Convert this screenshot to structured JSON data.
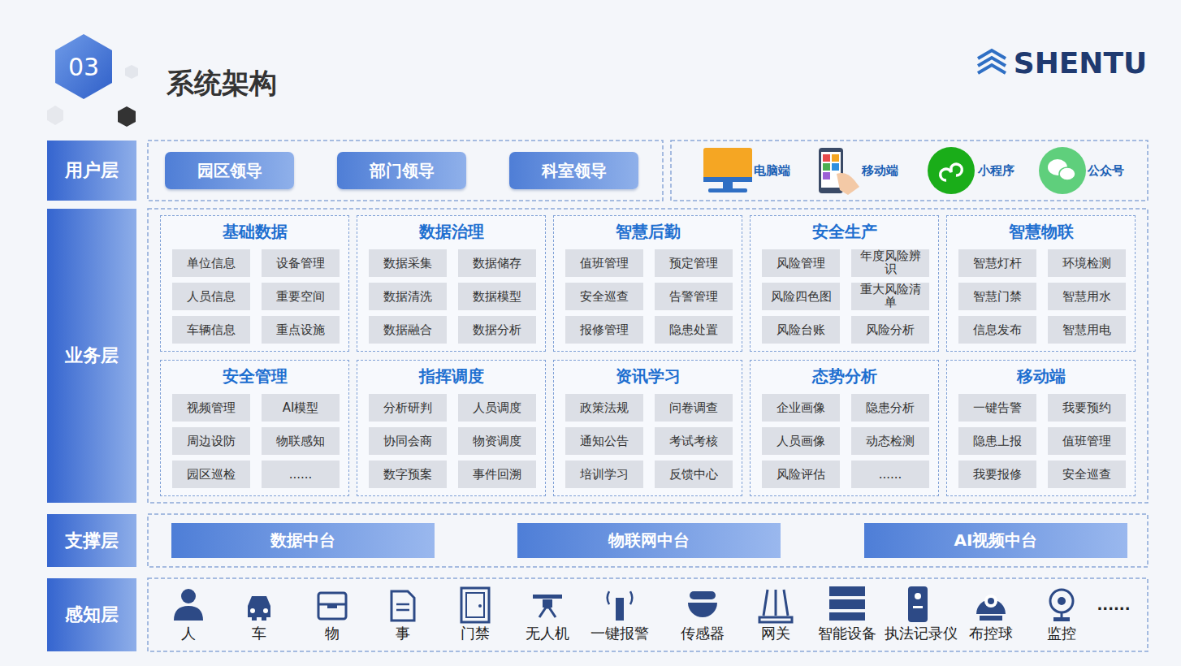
{
  "diagram": {
    "title": "系统架构",
    "nodes": [
      {
        "text": [
          "用户层"
        ]
      },
      {
        "text": [
          "园区领导"
        ]
      },
      {
        "text": [
          "部门领导"
        ]
      },
      {
        "text": [
          "科室领导"
        ]
      },
      {
        "text": [
          "业务层"
        ]
      },
      {
        "text": [
          "基础数据"
        ]
      },
      {
        "text": [
          "单位信息"
        ],
        "in": 5
      },
      {
        "text": [
          "设备管理"
        ],
        "in": 5
      },
      {
        "text": [
          "人员信息"
        ],
        "in": 5
      },
      {
        "text": [
          "重要空间"
        ],
        "in": 5
      },
      {
        "text": [
          "车辆信息"
        ],
        "in": 5
      },
      {
        "text": [
          "重点设施"
        ],
        "in": 5
      },
      {
        "text": [
          "数据治理"
        ]
      },
      {
        "text": [
          "数据采集"
        ],
        "in": 12
      },
      {
        "text": [
          "数据储存"
        ],
        "in": 12
      },
      {
        "text": [
          "数据清洗"
        ],
        "in": 12
      },
      {
        "text": [
          "数据模型"
        ],
        "in": 12
      },
      {
        "text": [
          "数据融合"
        ],
        "in": 12
      },
      {
        "text": [
          "数据分析"
        ],
        "in": 12
      },
      {
        "text": [
          "智慧后勤"
        ]
      },
      {
        "text": [
          "值班管理"
        ],
        "in": 19
      },
      {
        "text": [
          "预定管理"
        ],
        "in": 19
      },
      {
        "text": [
          "安全巡查"
        ],
        "in": 19
      },
      {
        "text": [
          "告警管理"
        ],
        "in": 19
      },
      {
        "text": [
          "报修管理"
        ],
        "in": 19
      },
      {
        "text": [
          "隐患处置"
        ],
        "in": 19
      },
      {
        "text": [
          "安全生产"
        ]
      },
      {
        "text": [
          "风险管理"
        ],
        "in": 26
      },
      {
        "text": [
          "年度风险辨识"
        ],
        "in": 26
      },
      {
        "text": [
          "风险四色图"
        ],
        "in": 26
      },
      {
        "text": [
          "重大风险清单"
        ],
        "in": 26
      },
      {
        "text": [
          "风险台账"
        ],
        "in": 26
      },
      {
        "text": [
          "风险分析"
        ],
        "in": 26
      },
      {
        "text": [
          "智慧物联"
        ]
      },
      {
        "text": [
          "智慧灯杆"
        ],
        "in": 33
      },
      {
        "text": [
          "环境检测"
        ],
        "in": 33
      },
      {
        "text": [
          "智慧门禁"
        ],
        "in": 33
      },
      {
        "text": [
          "智慧用水"
        ],
        "in": 33
      },
      {
        "text": [
          "信息发布"
        ],
        "in": 33
      },
      {
        "text": [
          "智慧用电"
        ],
        "in": 33
      },
      {
        "text": [
          "安全管理"
        ]
      },
      {
        "text": [
          "视频管理"
        ],
        "in": 40
      },
      {
        "text": [
          "AI模型"
        ],
        "in": 40
      },
      {
        "text": [
          "周边设防"
        ],
        "in": 40
      },
      {
        "text": [
          "物联感知"
        ],
        "in": 40
      },
      {
        "text": [
          "园区巡检"
        ],
        "in": 40
      },
      {
        "text": [
          "......"
        ],
        "in": 40
      },
      {
        "text": [
          "指挥调度"
        ]
      },
      {
        "text": [
          "分析研判"
        ],
        "in": 47
      },
      {
        "text": [
          "人员调度"
        ],
        "in": 47
      },
      {
        "text": [
          "协同会商"
        ],
        "in": 47
      },
      {
        "text": [
          "物资调度"
        ],
        "in": 47
      },
      {
        "text": [
          "数字预案"
        ],
        "in": 47
      },
      {
        "text": [
          "事件回溯"
        ],
        "in": 47
      },
      {
        "text": [
          "资讯学习"
        ]
      },
      {
        "text": [
          "政策法规"
        ],
        "in": 54
      },
      {
        "text": [
          "问卷调查"
        ],
        "in": 54
      },
      {
        "text": [
          "通知公告"
        ],
        "in": 54
      },
      {
        "text": [
          "考试考核"
        ],
        "in": 54
      },
      {
        "text": [
          "培训学习"
        ],
        "in": 54
      },
      {
        "text": [
          "反馈中心"
        ],
        "in": 54
      },
      {
        "text": [
          "态势分析"
        ]
      },
      {
        "text": [
          "企业画像"
        ],
        "in": 61
      },
      {
        "text": [
          "隐患分析"
        ],
        "in": 61
      },
      {
        "text": [
          "人员画像"
        ],
        "in": 61
      },
      {
        "text": [
          "动态检测"
        ],
        "in": 61
      },
      {
        "text": [
          "风险评估"
        ],
        "in": 61
      },
      {
        "text": [
          "......"
        ],
        "in": 61
      },
      {
        "text": [
          "移动端"
        ]
      },
      {
        "text": [
          "一键告警"
        ],
        "in": 68
      },
      {
        "text": [
          "我要预约"
        ],
        "in": 68
      },
      {
        "text": [
          "隐患上报"
        ],
        "in": 68
      },
      {
        "text": [
          "值班管理"
        ],
        "in": 68
      },
      {
        "text": [
          "我要报修"
        ],
        "in": 68
      },
      {
        "text": [
          "安全巡查"
        ],
        "in": 68
      },
      {
        "text": [
          "支撑层"
        ]
      },
      {
        "text": [
          "数据中台"
        ]
      },
      {
        "text": [
          "物联网中台"
        ]
      },
      {
        "text": [
          "AI视频中台"
        ]
      },
      {
        "text": [
          "感知层"
        ]
      }
    ],
    "labels": [
      "03",
      "SHENTU",
      "电脑端",
      "移动端",
      "小程序",
      "公众号",
      "人",
      "车",
      "物",
      "事",
      "门禁",
      "无人机",
      "一键报警",
      "传感器",
      "网关",
      "智能设备",
      "执法记录仪",
      "布控球",
      "监控",
      "......"
    ]
  }
}
